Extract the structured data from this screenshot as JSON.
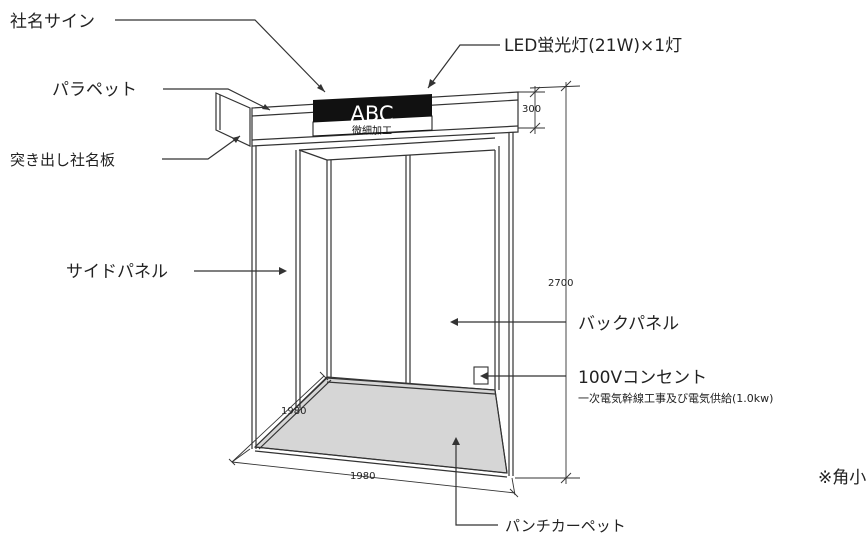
{
  "labels": {
    "company_sign": "社名サイン",
    "led_light": "LED蛍光灯(21W)×1灯",
    "parapet": "パラペット",
    "protruding_sign": "突き出し社名板",
    "side_panel": "サイドパネル",
    "back_panel": "バックパネル",
    "outlet": "100Vコンセント",
    "outlet_note": "一次電気幹線工事及び電気供給(1.0kw)",
    "carpet": "パンチカーペット",
    "corner_note": "※角小"
  },
  "sign": {
    "text": "ABC",
    "subtext": "微細加工"
  },
  "dimensions": {
    "parapet_height": "300",
    "total_height": "2700",
    "depth": "1980",
    "width": "1980"
  },
  "colors": {
    "line": "#333333",
    "floor": "#d6d6d6",
    "sign_bg": "#111111",
    "sign_text": "#ffffff"
  }
}
